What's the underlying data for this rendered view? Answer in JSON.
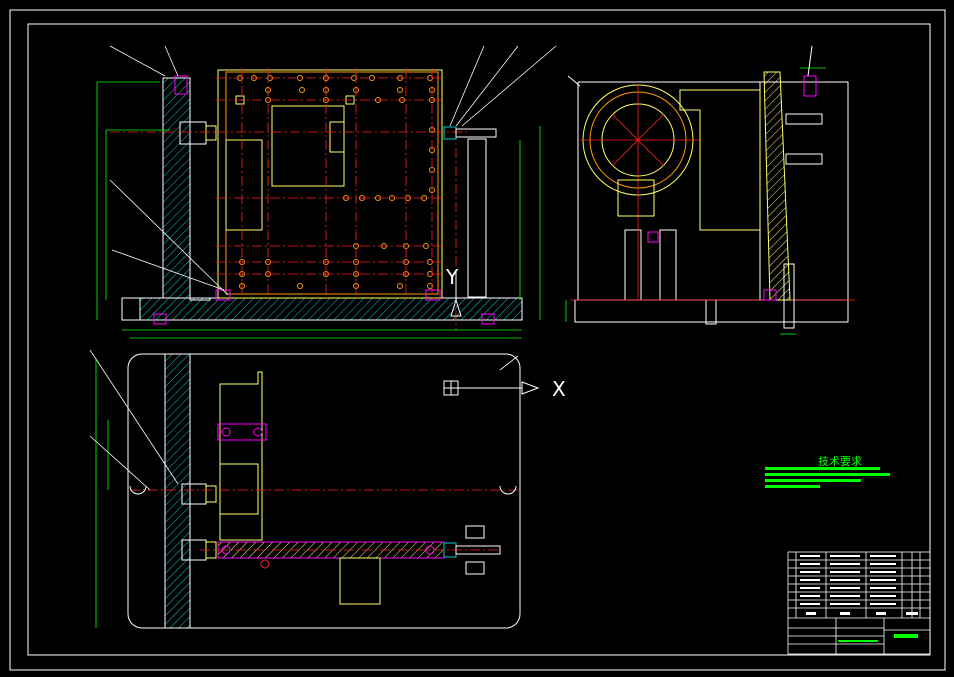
{
  "drawing": {
    "background": "#000000",
    "line_colors": {
      "frame": "#ffffff",
      "part": "#ffff66",
      "part_orange": "#ff9900",
      "center": "#ff2020",
      "dimension": "#00ff00",
      "hatch": "#00cccc",
      "fixture": "#ff00ff"
    }
  },
  "axes": {
    "x_label": "X",
    "y_label": "Y"
  },
  "title_block": {
    "notes_title": "技术要求"
  }
}
